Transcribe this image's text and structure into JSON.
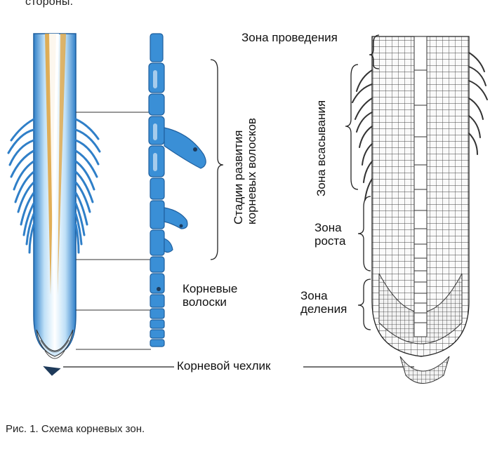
{
  "header": {
    "cut_text": "стороны."
  },
  "labels": {
    "zone_conduction": "Зона проведения",
    "zone_absorption": "Зона всасывания",
    "zone_growth_1": "Зона",
    "zone_growth_2": "роста",
    "zone_division_1": "Зона",
    "zone_division_2": "деления",
    "hair_stages_1": "Стадии развития",
    "hair_stages_2": "корневых волосков",
    "root_hairs_1": "Корневые",
    "root_hairs_2": "волоски",
    "root_cap": "Корневой чехлик"
  },
  "caption": "Рис. 1. Схема корневых зон.",
  "colors": {
    "root_blue": "#3a8fd6",
    "root_light": "#bfe0f7",
    "core_orange": "#e0a23a",
    "ink": "#222222"
  }
}
